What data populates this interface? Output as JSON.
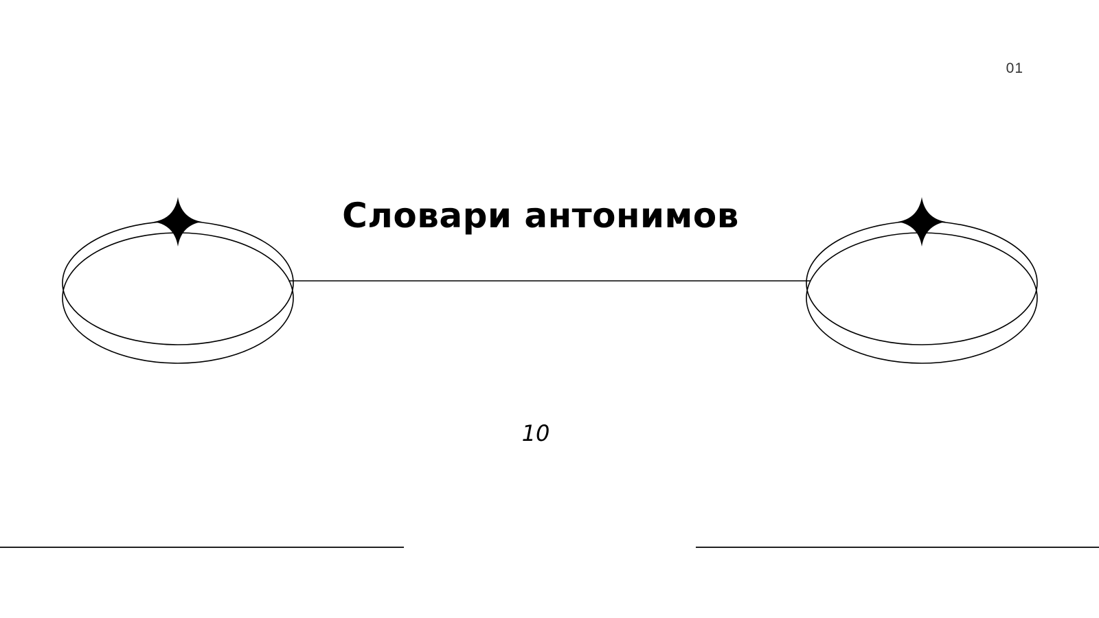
{
  "slide": {
    "page_number": "01",
    "title": "Словари антонимов",
    "subtitle": "10"
  },
  "decorations": {
    "left_ring": "ring-with-star",
    "right_ring": "ring-with-star",
    "connector": "horizontal-line",
    "stroke_color": "#000000"
  }
}
